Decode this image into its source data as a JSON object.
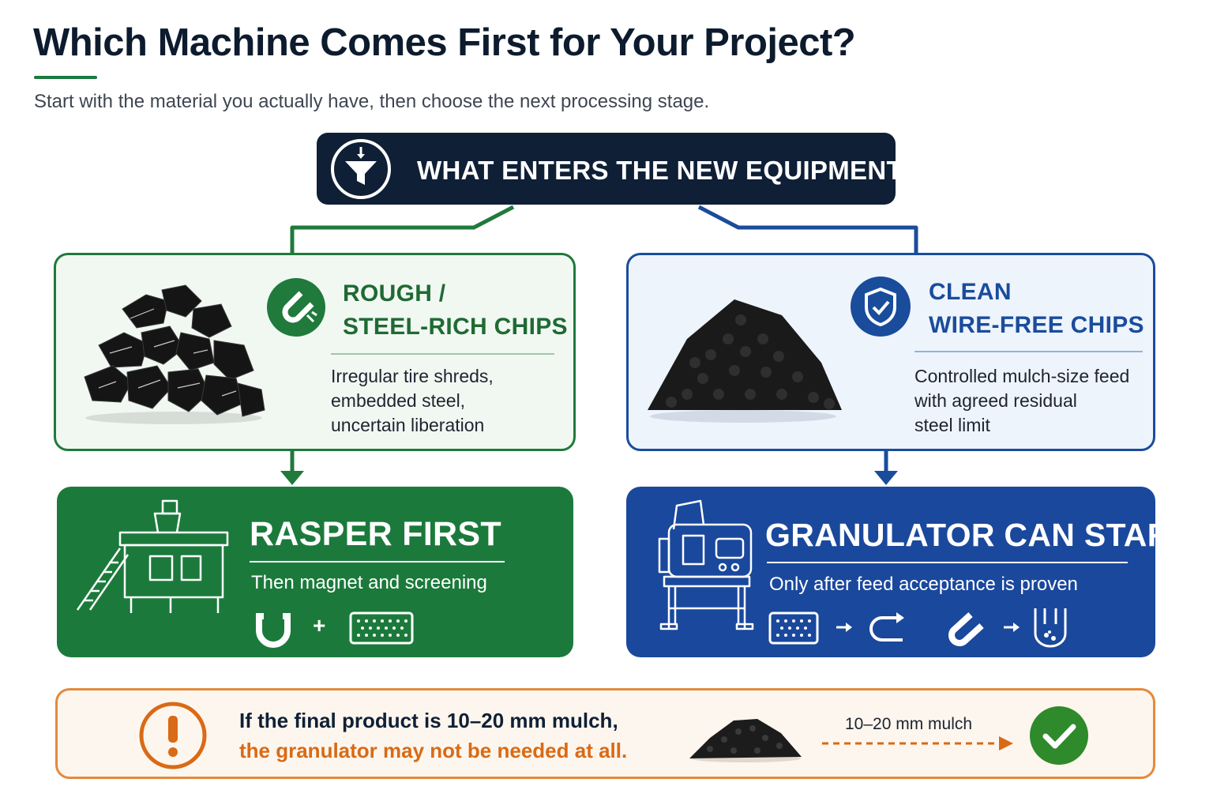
{
  "title": "Which Machine Comes First for Your Project?",
  "subtitle": "Start with the material you actually have, then choose the next processing stage.",
  "question": {
    "text": "WHAT ENTERS THE NEW EQUIPMENT?",
    "icon": "funnel-icon"
  },
  "left": {
    "input_title": "ROUGH /\nSTEEL-RICH CHIPS",
    "input_desc": "Irregular tire shreds,\nembedded steel,\nuncertain liberation",
    "input_icon": "magnet-icon",
    "result_title": "RASPER FIRST",
    "result_sub": "Then magnet and screening",
    "steps": [
      "magnet-icon",
      "+",
      "screen-icon"
    ],
    "machine_icon": "rasper-machine-icon"
  },
  "right": {
    "input_title": "CLEAN\nWIRE-FREE CHIPS",
    "input_desc": "Controlled mulch-size feed\nwith agreed residual\nsteel limit",
    "input_icon": "shield-check-icon",
    "result_title": "GRANULATOR CAN START",
    "result_sub": "Only after feed acceptance is proven",
    "steps": [
      "screen-icon",
      "arrow",
      "return-arrow-icon",
      "magnet-icon",
      "arrow",
      "collector-icon"
    ],
    "machine_icon": "granulator-machine-icon"
  },
  "note": {
    "line1": "If the final product is 10–20 mm mulch,",
    "line2": "the granulator may not be needed at all.",
    "mulch_label": "10–20 mm mulch",
    "icons": [
      "warning-icon",
      "check-icon"
    ]
  },
  "colors": {
    "navy": "#0f1f36",
    "green": "#1b7a3b",
    "blue": "#1a489c",
    "orange": "#e38a3c"
  }
}
